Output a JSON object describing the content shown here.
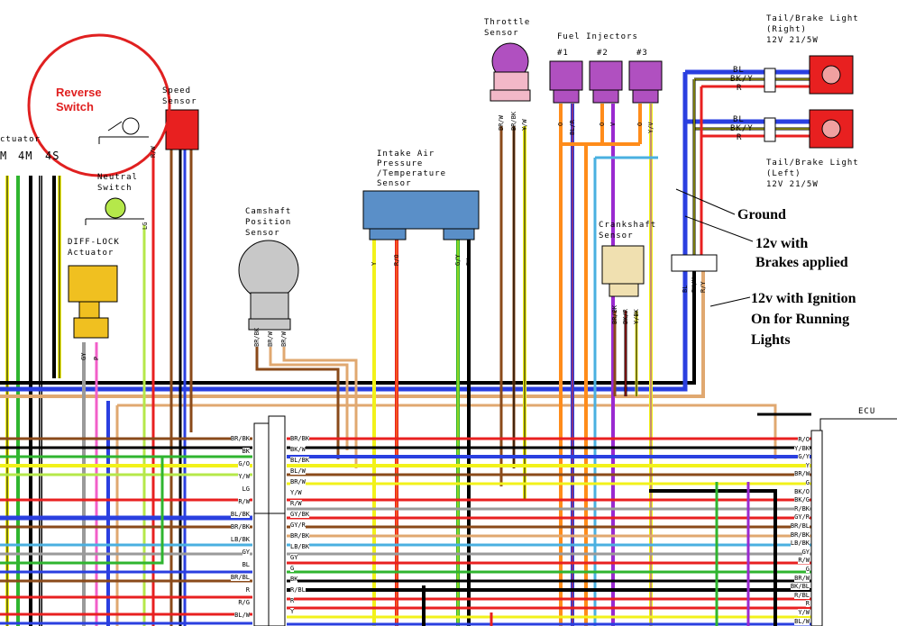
{
  "components": {
    "actuator": {
      "label": "ctuator",
      "modes": [
        "M",
        "4M",
        "4S"
      ]
    },
    "reverse_switch": {
      "label_line1": "Reverse",
      "label_line2": "Switch"
    },
    "speed_sensor": {
      "label_line1": "Speed",
      "label_line2": "Sensor",
      "wire": "R/W"
    },
    "neutral_switch": {
      "label_line1": "Neutral",
      "label_line2": "Switch",
      "wire": "LG"
    },
    "diff_lock": {
      "label_line1": "DIFF-LOCK",
      "label_line2": "Actuator",
      "wires": [
        "GY",
        "P"
      ]
    },
    "camshaft_sensor": {
      "label_line1": "Camshaft",
      "label_line2": "Position",
      "label_line3": "Sensor",
      "wires": [
        "BR/BK",
        "BR/W",
        "BR/W"
      ]
    },
    "intake_sensor": {
      "label_line1": "Intake Air",
      "label_line2": "Pressure",
      "label_line3": "/Temperature",
      "label_line4": "Sensor",
      "wires": [
        "Y",
        "R/O",
        "G/Y",
        "BK"
      ]
    },
    "throttle_sensor": {
      "label_line1": "Throttle",
      "label_line2": "Sensor",
      "wires": [
        "BR/W",
        "BR/BK",
        "Y/W"
      ]
    },
    "fuel_injectors": {
      "label": "Fuel Injectors",
      "items": [
        {
          "num": "#1",
          "wires": [
            "O",
            "BL/R"
          ]
        },
        {
          "num": "#2",
          "wires": [
            "O",
            "V"
          ]
        },
        {
          "num": "#3",
          "wires": [
            "O",
            "Y/V"
          ]
        }
      ]
    },
    "crankshaft_sensor": {
      "label_line1": "Crankshaft",
      "label_line2": "Sensor",
      "wires": [
        "BR/BK",
        "BK/R",
        "Y/BK"
      ]
    },
    "tail_right": {
      "line1": "Tail/Brake Light",
      "line2": "(Right)",
      "line3": "12V 21/5W",
      "wires": [
        "BL",
        "BK/Y",
        "R"
      ]
    },
    "tail_left": {
      "line1": "Tail/Brake Light",
      "line2": "(Left)",
      "line3": "12V 21/5W",
      "wires": [
        "BL",
        "BK/Y",
        "R"
      ]
    },
    "rear_connector_wires": [
      "BL",
      "BK/Y",
      "R/Y"
    ],
    "ecu": {
      "label": "ECU"
    }
  },
  "annotations": {
    "ground": "Ground",
    "brakes_line1": "12v with",
    "brakes_line2": "Brakes applied",
    "ignition_line1": "12v with Ignition",
    "ignition_line2": "On for Running",
    "ignition_line3": "Lights"
  },
  "left_block_wires": [
    "BR/BK",
    "BK",
    "G/O",
    "Y/W",
    "LG",
    "R/W",
    "BL/BK",
    "BR/BK",
    "LB/BK",
    "GY",
    "BL",
    "BR/BL",
    "R",
    "R/G",
    "BL/W"
  ],
  "center_block_wires": [
    "BR/BK",
    "BK/W",
    "BL/BK",
    "BL/W",
    "BR/W",
    "Y/W",
    "R/W",
    "GY/BK",
    "GY/R",
    "BR/BK",
    "LB/BK",
    "GY",
    "G",
    "BK",
    "R/BL",
    "R",
    "Y"
  ],
  "ecu_pins": [
    "R/O",
    "Y/BK",
    "G/Y",
    "Y",
    "BR/W",
    "G",
    "BK/O",
    "BK/G",
    "R/BK",
    "GY/R",
    "BR/BL",
    "BR/BK",
    "LB/BK",
    "GY",
    "R/W",
    "G",
    "BR/W",
    "BK/BL",
    "R/BL",
    "R",
    "Y/W",
    "BL/W"
  ],
  "colors": {
    "red": "#e82020",
    "blue": "#2a3fe0",
    "black": "#000000",
    "yellow": "#f2f21a",
    "green": "#2fb52f",
    "orange": "#ff8c1a",
    "brown": "#8a4a1a",
    "tan": "#e0a870",
    "purple": "#9a2ad0",
    "gray": "#9a9a9a",
    "white": "#ffffff",
    "lightblue": "#4ab0e0",
    "highlight": "#e02020"
  }
}
